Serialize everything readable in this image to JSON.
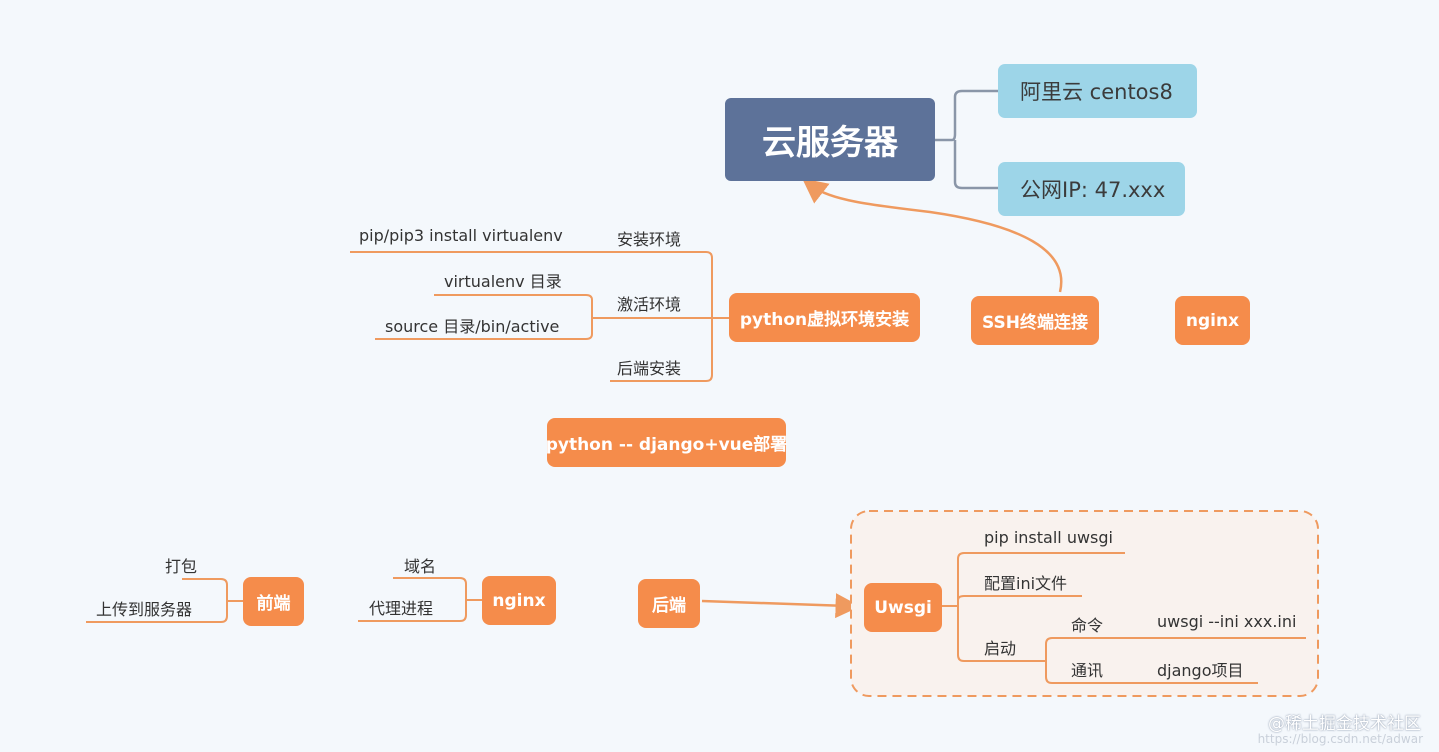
{
  "root": {
    "label": "云服务器"
  },
  "server_info": [
    "阿里云 centos8",
    "公网IP: 47.xxx"
  ],
  "python_env": {
    "label": "python虚拟环境安装",
    "branches": {
      "install": {
        "label": "安装环境",
        "leaf": "pip/pip3 install virtualenv"
      },
      "activate": {
        "label": "激活环境",
        "leaves": [
          "virtualenv 目录",
          "source 目录/bin/active"
        ]
      },
      "backend": {
        "label": "后端安装"
      }
    }
  },
  "ssh": {
    "label": "SSH终端连接"
  },
  "nginx_top": {
    "label": "nginx"
  },
  "center": {
    "label": "python -- django+vue部署"
  },
  "frontend": {
    "label": "前端",
    "leaves": [
      "打包",
      "上传到服务器"
    ]
  },
  "nginx_bottom": {
    "label": "nginx",
    "leaves": [
      "域名",
      "代理进程"
    ]
  },
  "backend": {
    "label": "后端"
  },
  "uwsgi": {
    "label": "Uwsgi",
    "items": [
      "pip install uwsgi",
      "配置ini文件"
    ],
    "start": {
      "label": "启动",
      "command": {
        "label": "命令",
        "value": "uwsgi --ini xxx.ini"
      },
      "comm": {
        "label": "通讯",
        "value": "django项目"
      }
    }
  },
  "watermark": {
    "text": "@稀土掘金技术社区",
    "url": "https://blog.csdn.net/adwar"
  },
  "colors": {
    "root": "#5d7299",
    "info": "#9dd5e8",
    "orange": "#f58c4b",
    "line": "#ef9a5f"
  }
}
